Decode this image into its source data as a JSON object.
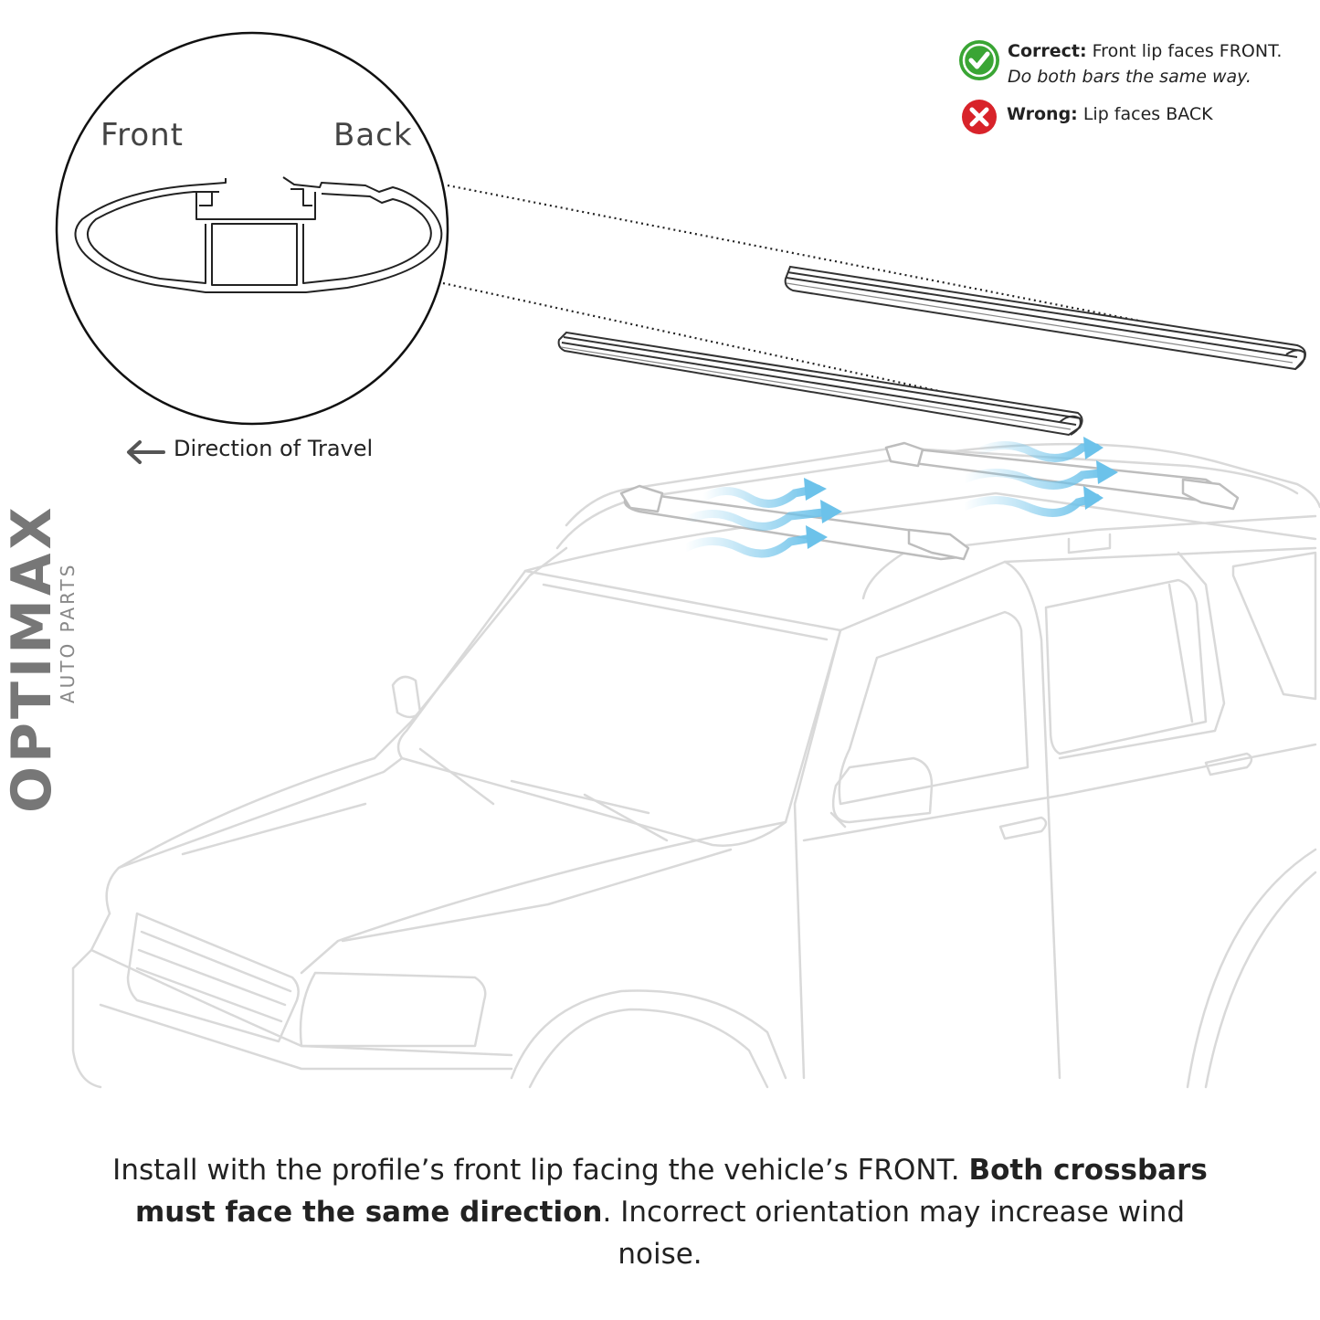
{
  "profile_callout": {
    "front_label": "Front",
    "back_label": "Back"
  },
  "direction": {
    "label": "Direction of Travel",
    "arrow_icon": "arrow-left-icon"
  },
  "legend": {
    "correct": {
      "icon": "check-circle-icon",
      "color": "#3aa534",
      "title": "Correct:",
      "text": "Front lip faces FRONT.",
      "note": "Do both bars the same way."
    },
    "wrong": {
      "icon": "x-circle-icon",
      "color": "#d8232a",
      "title": "Wrong:",
      "text": "Lip faces BACK"
    }
  },
  "brand": {
    "name": "OPTIMAX",
    "sub": "AUTO PARTS",
    "accent_color": "#e8837a"
  },
  "caption": {
    "part1": "Install with the profile’s front lip facing the vehicle’s FRONT. ",
    "bold": "Both crossbars must face the same direction",
    "part2": ". Incorrect orientation may increase wind noise."
  },
  "colors": {
    "wind": "#6cc2ea",
    "car_outline": "#d9d9d9",
    "bar": "#333333"
  }
}
